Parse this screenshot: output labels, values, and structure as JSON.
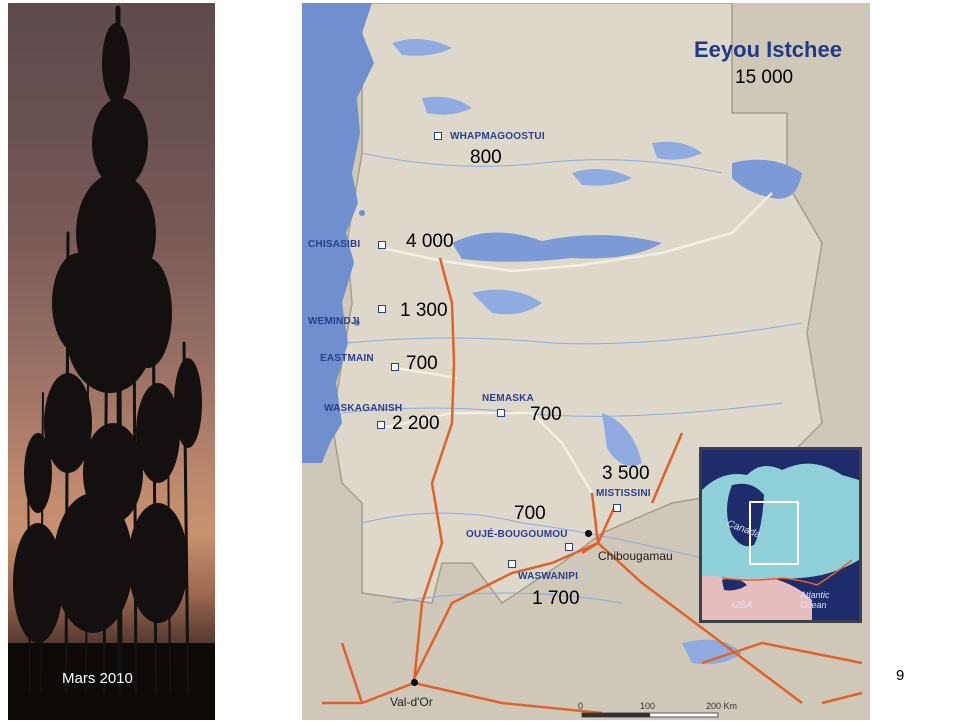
{
  "slide": {
    "date": "Mars 2010",
    "page_number": "9"
  },
  "map": {
    "region_name": "Eeyou Istchee",
    "region_population": "15 000",
    "communities": [
      {
        "name": "WHAPMAGOOSTUI",
        "population": "800"
      },
      {
        "name": "CHISASIBI",
        "population": "4 000"
      },
      {
        "name": "WEMINDJI",
        "population": "1 300"
      },
      {
        "name": "EASTMAIN",
        "population": "700"
      },
      {
        "name": "WASKAGANISH",
        "population": "2 200"
      },
      {
        "name": "NEMASKA",
        "population": "700"
      },
      {
        "name": "MISTISSINI",
        "population": "3 500"
      },
      {
        "name": "OUJÉ-BOUGOUMOU",
        "population": "700"
      },
      {
        "name": "WASWANIPI",
        "population": "1 700"
      }
    ],
    "towns": [
      "Chibougamau",
      "Val-d'Or"
    ],
    "inset": {
      "labels": [
        "Canada",
        "USA",
        "Atlantic Ocean"
      ]
    },
    "scale": {
      "ticks": [
        "0",
        "100",
        "200 Km"
      ]
    }
  },
  "colors": {
    "land": "#cfc8b8",
    "water": "#6f8fce",
    "roads": "#e0622a",
    "label_blue": "#2b3f8e"
  }
}
